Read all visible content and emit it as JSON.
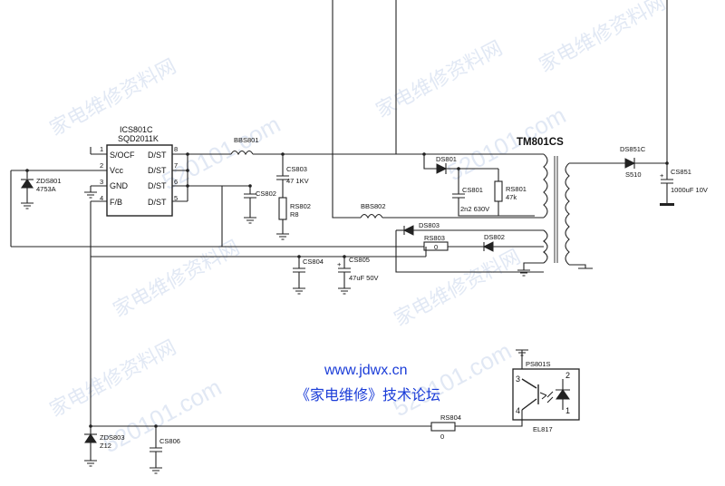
{
  "ic": {
    "name": "ICS801C",
    "part": "SQD2011K",
    "pins_left": [
      {
        "num": "1",
        "label": "S/OCF"
      },
      {
        "num": "2",
        "label": "Vcc"
      },
      {
        "num": "3",
        "label": "GND"
      },
      {
        "num": "4",
        "label": "F/B"
      }
    ],
    "pins_right": [
      {
        "num": "8",
        "label": "D/ST"
      },
      {
        "num": "7",
        "label": "D/ST"
      },
      {
        "num": "6",
        "label": "D/ST"
      },
      {
        "num": "5",
        "label": "D/ST"
      }
    ]
  },
  "transformer": {
    "name": "TM801CS"
  },
  "parts": {
    "zds801": {
      "ref": "ZDS801",
      "value": "4753A"
    },
    "bbs801": {
      "ref": "BBS801"
    },
    "cs803": {
      "ref": "CS803",
      "value": "47 1KV"
    },
    "cs802": {
      "ref": "CS802"
    },
    "rs802": {
      "ref": "RS802",
      "value": "R8"
    },
    "ds801": {
      "ref": "DS801"
    },
    "cs801": {
      "ref": "CS801",
      "value": "2n2 630V"
    },
    "rs801": {
      "ref": "RS801",
      "value": "47k"
    },
    "bbs802": {
      "ref": "BBS802"
    },
    "ds803": {
      "ref": "DS803"
    },
    "rs803": {
      "ref": "RS803",
      "value": "0"
    },
    "ds802": {
      "ref": "DS802"
    },
    "cs804": {
      "ref": "CS804"
    },
    "cs805": {
      "ref": "CS805",
      "value": "47uF 50V"
    },
    "ds851c": {
      "ref": "DS851C",
      "value": "S510"
    },
    "cs851": {
      "ref": "CS851",
      "value": "1000uF 10V"
    },
    "ps801s": {
      "ref": "PS801S",
      "value": "EL817",
      "pins": [
        "3",
        "2",
        "4",
        "1"
      ]
    },
    "rs804": {
      "ref": "RS804",
      "value": "0"
    },
    "zds803": {
      "ref": "ZDS803",
      "value": "Z12"
    },
    "cs806": {
      "ref": "CS806"
    }
  },
  "site": {
    "url": "www.jdwx.cn",
    "name": "《家电维修》技术论坛"
  },
  "watermark": {
    "text": "家电维修资料网",
    "number": "520101.com"
  },
  "colors": {
    "wire": "#222222",
    "site_text": "#1a3cd8",
    "watermark": "#c9d6ec",
    "background": "#ffffff"
  }
}
